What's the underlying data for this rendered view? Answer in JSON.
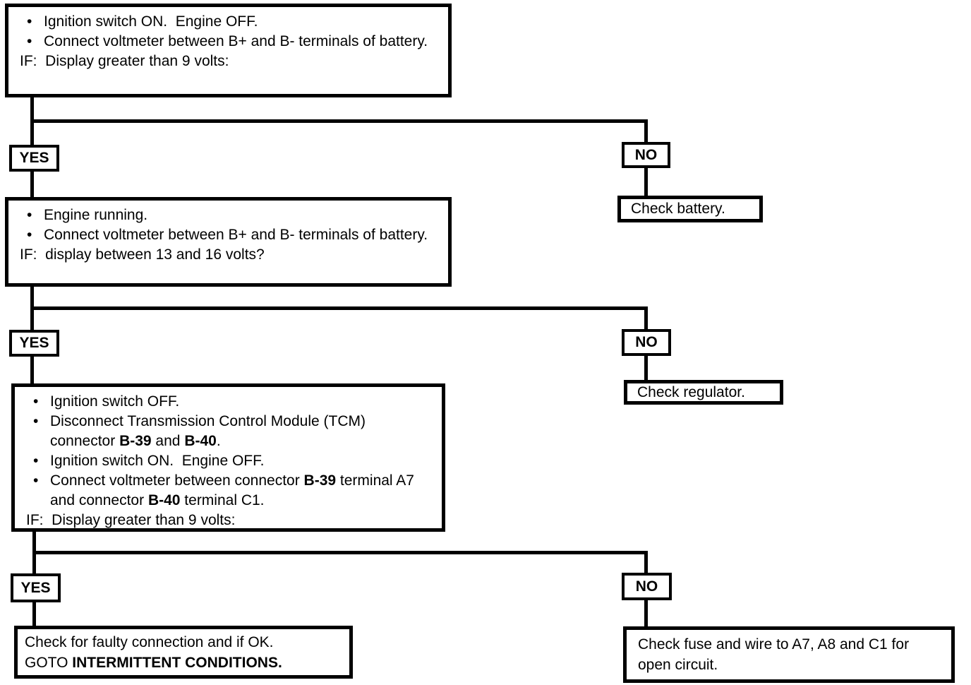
{
  "colors": {
    "line": "#000000",
    "background": "#ffffff"
  },
  "flowchart": {
    "yes_label": "YES",
    "no_label": "NO",
    "bullet_glyph": "•",
    "steps": [
      {
        "bullets": [
          {
            "parts": [
              {
                "text": "Ignition switch ON.  Engine OFF."
              }
            ]
          },
          {
            "parts": [
              {
                "text": "Connect voltmeter between B+ and B- terminals of battery."
              }
            ]
          }
        ],
        "condition": "IF:  Display greater than 9 volts:"
      },
      {
        "bullets": [
          {
            "parts": [
              {
                "text": "Engine running."
              }
            ]
          },
          {
            "parts": [
              {
                "text": "Connect voltmeter between B+ and B- terminals of battery."
              }
            ]
          }
        ],
        "condition": "IF:  display between 13 and 16 volts?"
      },
      {
        "bullets": [
          {
            "parts": [
              {
                "text": "Ignition switch OFF."
              }
            ]
          },
          {
            "parts": [
              {
                "text": "Disconnect Transmission Control Module (TCM) connector "
              },
              {
                "text": "B-39",
                "bold": true
              },
              {
                "text": " and "
              },
              {
                "text": "B-40",
                "bold": true
              },
              {
                "text": "."
              }
            ]
          },
          {
            "parts": [
              {
                "text": "Ignition switch ON.  Engine OFF."
              }
            ]
          },
          {
            "parts": [
              {
                "text": "Connect voltmeter between connector "
              },
              {
                "text": "B-39",
                "bold": true
              },
              {
                "text": " terminal A7 and connector "
              },
              {
                "text": "B-40",
                "bold": true
              },
              {
                "text": " terminal C1."
              }
            ]
          }
        ],
        "condition": "IF:  Display greater than 9 volts:"
      }
    ],
    "actions": {
      "check_battery": "Check battery.",
      "check_regulator": "Check regulator.",
      "faulty_line1": "Check for faulty connection and if OK.",
      "faulty_line2_prefix": "GOTO ",
      "faulty_line2_bold": "INTERMITTENT CONDITIONS.",
      "check_fuse": "Check fuse and wire to A7, A8 and C1 for open circuit."
    }
  }
}
